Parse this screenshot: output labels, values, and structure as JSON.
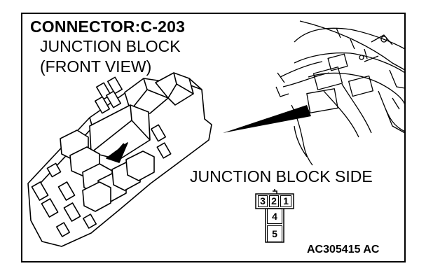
{
  "title": "CONNECTOR:C-203",
  "subtitle_line1": "JUNCTION BLOCK",
  "subtitle_line2": "(FRONT VIEW)",
  "side_label": "JUNCTION BLOCK SIDE",
  "figure_code": "AC305415 AC",
  "connector_pins": {
    "top_row": [
      "3",
      "2",
      "1"
    ],
    "middle": "4",
    "bottom": "5"
  }
}
